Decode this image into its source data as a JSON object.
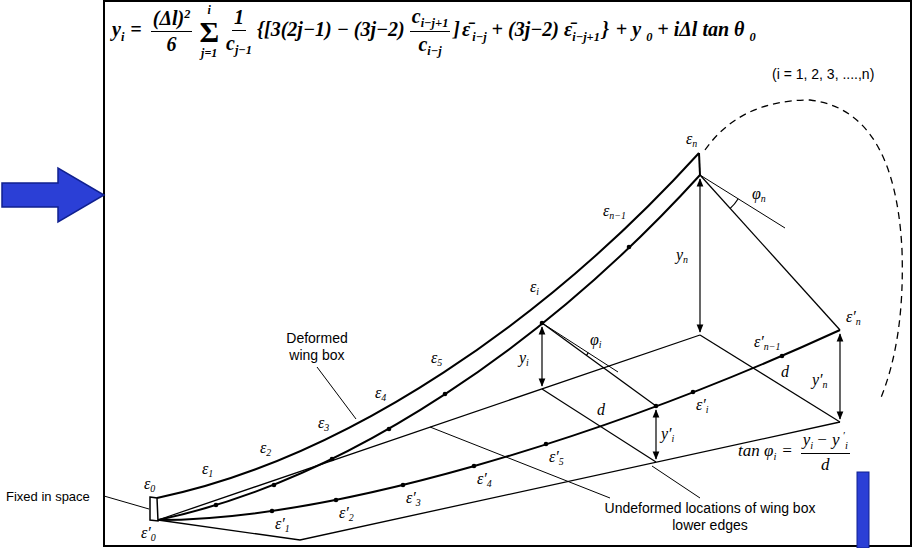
{
  "diagram": {
    "labels": [
      "y",
      "i",
      "=",
      "(Δl)",
      "2",
      "6",
      "Σ",
      "i",
      "j=1",
      "1",
      "c",
      "j−1",
      "{[3(2j−1) − (3j−2)",
      "c",
      "i−j+1",
      "c",
      "i−j",
      "]",
      "ε̄",
      "i−j",
      "+ (3j−2)",
      "ε̄",
      "i−j+1",
      "}",
      "+ y",
      "0",
      "+ iΔl tan θ",
      "0",
      "(i = 1, 2, 3, ....,n)",
      "Deformed wing box",
      "Fixed in space",
      "Undeformed locations of wing box lower edges",
      "tan φ",
      "i",
      "=",
      "y",
      "i",
      "− y",
      "′",
      "i",
      "d",
      "ε",
      "0",
      "ε",
      "1",
      "ε",
      "2",
      "ε",
      "3",
      "ε",
      "4",
      "ε",
      "5",
      "ε",
      "i",
      "ε",
      "n−1",
      "ε",
      "n",
      "ε′",
      "0",
      "ε′",
      "1",
      "ε′",
      "2",
      "ε′",
      "3",
      "ε′",
      "4",
      "ε′",
      "5",
      "ε′",
      "i",
      "ε′",
      "n−1",
      "ε′",
      "n",
      "y",
      "i",
      "y",
      "n",
      "y′",
      "i",
      "y′",
      "n",
      "φ",
      "i",
      "φ",
      "n",
      "d",
      "d"
    ]
  }
}
